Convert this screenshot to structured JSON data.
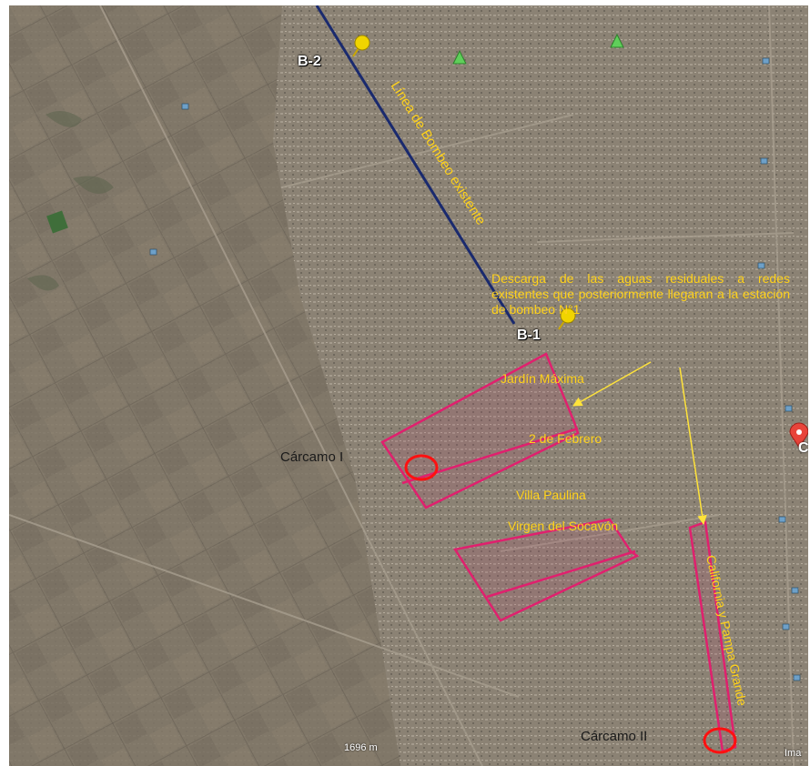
{
  "map": {
    "markers": {
      "b2": "B-2",
      "b1": "B-1"
    },
    "labels": {
      "pipeline": "Línea de Bombeo existente",
      "jardin": "Jardín Máxima",
      "febrero": "2 de Febrero",
      "paulina": "Villa Paulina",
      "socavon": "Virgen del Socavón",
      "california": "California y Pampa Grande",
      "carcamo1": "Cárcamo I",
      "carcamo2": "Cárcamo II",
      "callout": "Descarga de las aguas residuales a redes existentes que posteriormente llegaran a la estación de bombeo N°1"
    },
    "scale": "1696 m",
    "imagery": "Ima",
    "edge_letter": "C",
    "colors": {
      "zone_outline": "#e0206e",
      "carcamo_circle": "#ff1010",
      "pipeline": "#1a2a6e",
      "label_yellow": "#ffd21a",
      "pin_yellow": "#f0d400"
    },
    "icons": [
      "pushpin-icon",
      "tree-icon",
      "location-pin-icon",
      "arrow-icon"
    ]
  }
}
